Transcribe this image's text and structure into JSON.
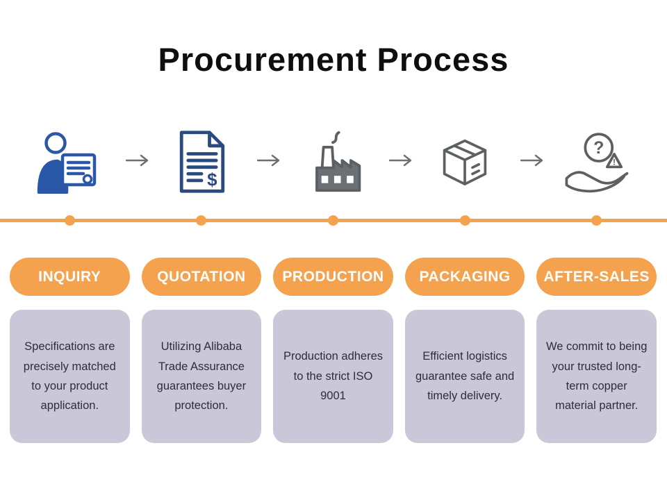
{
  "title": "Procurement Process",
  "colors": {
    "accent_orange": "#F5A24E",
    "card_background": "#C9C7D8",
    "icon_blue": "#2A58A6",
    "icon_navy": "#2B4B7E",
    "icon_gray": "#5C6063",
    "title_text": "#0E0E0E",
    "card_text": "#2E2E38"
  },
  "steps": [
    {
      "label": "INQUIRY",
      "icon": "person-reading-document-icon",
      "description": "Specifications are precisely matched to your product application."
    },
    {
      "label": "QUOTATION",
      "icon": "invoice-dollar-document-icon",
      "description": "Utilizing Alibaba Trade Assurance guarantees buyer protection."
    },
    {
      "label": "PRODUCTION",
      "icon": "factory-icon",
      "description": "Production adheres to the strict ISO 9001"
    },
    {
      "label": "PACKAGING",
      "icon": "package-box-icon",
      "description": "Efficient logistics guarantee safe and timely delivery."
    },
    {
      "label": "AFTER-SALES",
      "icon": "support-hand-question-icon",
      "description": "We commit to being your trusted long-term copper material partner."
    }
  ]
}
